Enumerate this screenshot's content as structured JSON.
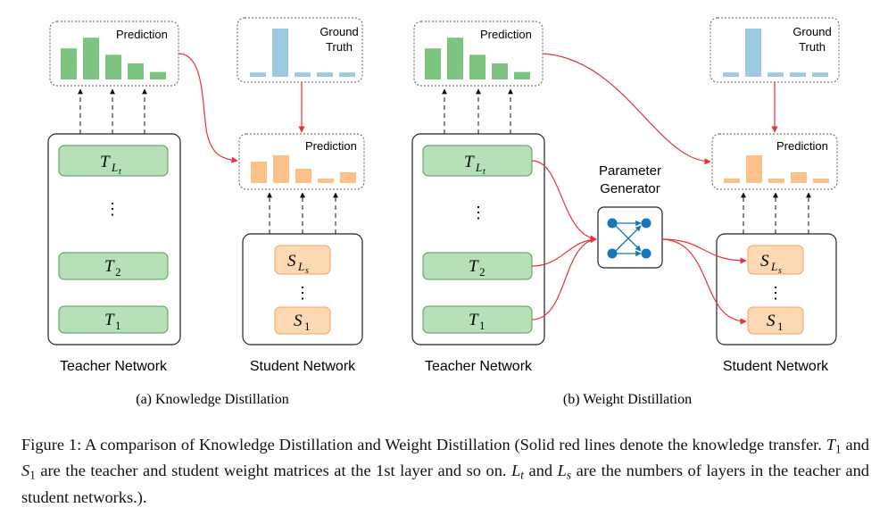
{
  "colors": {
    "teacher_fill": "#b7dfb8",
    "teacher_stroke": "#4e9f55",
    "teacher_bar": "#7cc47f",
    "student_fill": "#fdd9b3",
    "student_stroke": "#f2a35c",
    "student_bar": "#fcc08a",
    "truth_bar": "#9ecae1",
    "transfer_line": "#e8323a",
    "generator_node": "#1577b7",
    "box_stroke": "#222222"
  },
  "panel_a": {
    "teacher_prediction_label": "Prediction",
    "teacher_bars": [
      0.58,
      0.78,
      0.46,
      0.3,
      0.14
    ],
    "ground_truth_label": [
      "Ground",
      "Truth"
    ],
    "truth_bars": [
      0.08,
      0.9,
      0.08,
      0.08,
      0.08
    ],
    "student_prediction_label": "Prediction",
    "student_bars": [
      0.48,
      0.62,
      0.32,
      0.1,
      0.24
    ],
    "teacher_layers": [
      {
        "base": "T",
        "sub": "L",
        "subsub": "t"
      },
      {
        "base": "T",
        "sub": "2",
        "subsub": ""
      },
      {
        "base": "T",
        "sub": "1",
        "subsub": ""
      }
    ],
    "student_layers": [
      {
        "base": "S",
        "sub": "L",
        "subsub": "s"
      },
      {
        "base": "S",
        "sub": "1",
        "subsub": ""
      }
    ],
    "teacher_network_label": "Teacher Network",
    "student_network_label": "Student Network",
    "subcaption": "(a)  Knowledge Distillation"
  },
  "panel_b": {
    "teacher_prediction_label": "Prediction",
    "teacher_bars": [
      0.58,
      0.78,
      0.46,
      0.3,
      0.14
    ],
    "ground_truth_label": [
      "Ground",
      "Truth"
    ],
    "truth_bars": [
      0.08,
      0.9,
      0.08,
      0.08,
      0.08
    ],
    "student_prediction_label": "Prediction",
    "student_bars": [
      0.1,
      0.62,
      0.1,
      0.24,
      0.1
    ],
    "teacher_layers": [
      {
        "base": "T",
        "sub": "L",
        "subsub": "t"
      },
      {
        "base": "T",
        "sub": "2",
        "subsub": ""
      },
      {
        "base": "T",
        "sub": "1",
        "subsub": ""
      }
    ],
    "student_layers": [
      {
        "base": "S",
        "sub": "L",
        "subsub": "s"
      },
      {
        "base": "S",
        "sub": "1",
        "subsub": ""
      }
    ],
    "generator_label": [
      "Parameter",
      "Generator"
    ],
    "teacher_network_label": "Teacher Network",
    "student_network_label": "Student Network",
    "subcaption": "(b)  Weight Distillation"
  },
  "caption": {
    "lead": "Figure 1: A comparison of Knowledge Distillation and Weight Distillation (Solid red lines denote the knowledge transfer.",
    "t1": "T",
    "t1_sub": "1",
    "and1": "and",
    "s1": "S",
    "s1_sub": "1",
    "mid": "are the teacher and student weight matrices at the 1st layer and so on.",
    "lt": "L",
    "lt_sub": "t",
    "and2": "and",
    "ls": "L",
    "ls_sub": "s",
    "tail": "are the numbers of layers in the teacher and student networks.)."
  }
}
